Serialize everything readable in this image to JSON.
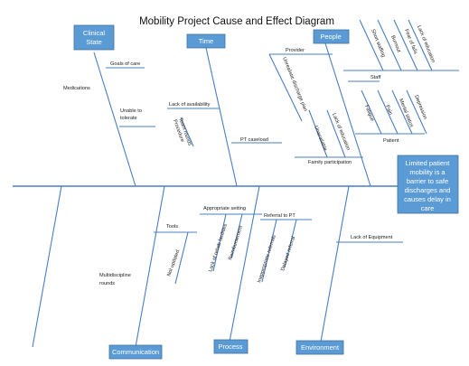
{
  "title": "Mobility Project Cause and Effect Diagram",
  "categories": {
    "clinical_state": [
      "Clinical",
      "State"
    ],
    "time": "Time",
    "people": "People",
    "communication": "Communication",
    "process": "Process",
    "environment": "Environment"
  },
  "effect": [
    "Limited patient",
    "mobility is a",
    "barrier to safe",
    "discharges and",
    "causes delay in",
    "care"
  ],
  "causes": {
    "clinical_state": {
      "goals_of_care": "Goals of care",
      "medications": "Medications",
      "unable_to_tolerate": [
        "Unable to",
        "tolerate"
      ]
    },
    "time": {
      "lack_of_availability": "Lack of availability",
      "team_rounds_procedure": [
        "Team rounds",
        "Procedure"
      ],
      "pt_caseload": "PT caseload"
    },
    "people": {
      "provider": "Provider",
      "unrealistic_discharge_plan": "Unrealistic discharge plan",
      "short_staffing": "Short staffing",
      "burnout": "Burnout",
      "fear_of_falls": "Fear of falls",
      "lack_of_education_staff": "Lack of education",
      "staff": "Staff",
      "fatigue": "Fatigue",
      "pain": "Pain",
      "mental_status": "Mental status",
      "depression": "Depression",
      "patient": "Patient",
      "unavailable": "Unavailable",
      "lack_of_education_family": "Lack of education",
      "family_participation": "Family participation"
    },
    "communication": {
      "tools": "Tools",
      "not_updated": "Not updated",
      "multidiscipline_rounds": [
        "Multidiscipline",
        "rounds"
      ]
    },
    "process": {
      "appropriate_setting": "Appropriate setting",
      "lack_of_rehab_facilities": "Lack of rehab facilities",
      "reimbursement": "Reimbursement",
      "referral_to_pt": "Referral to PT",
      "inappropriate_referrals": "Inappropriate referrals",
      "delayed_referral": "Delayed referral"
    },
    "environment": {
      "lack_of_equipment": "Lack of Equipment"
    }
  }
}
